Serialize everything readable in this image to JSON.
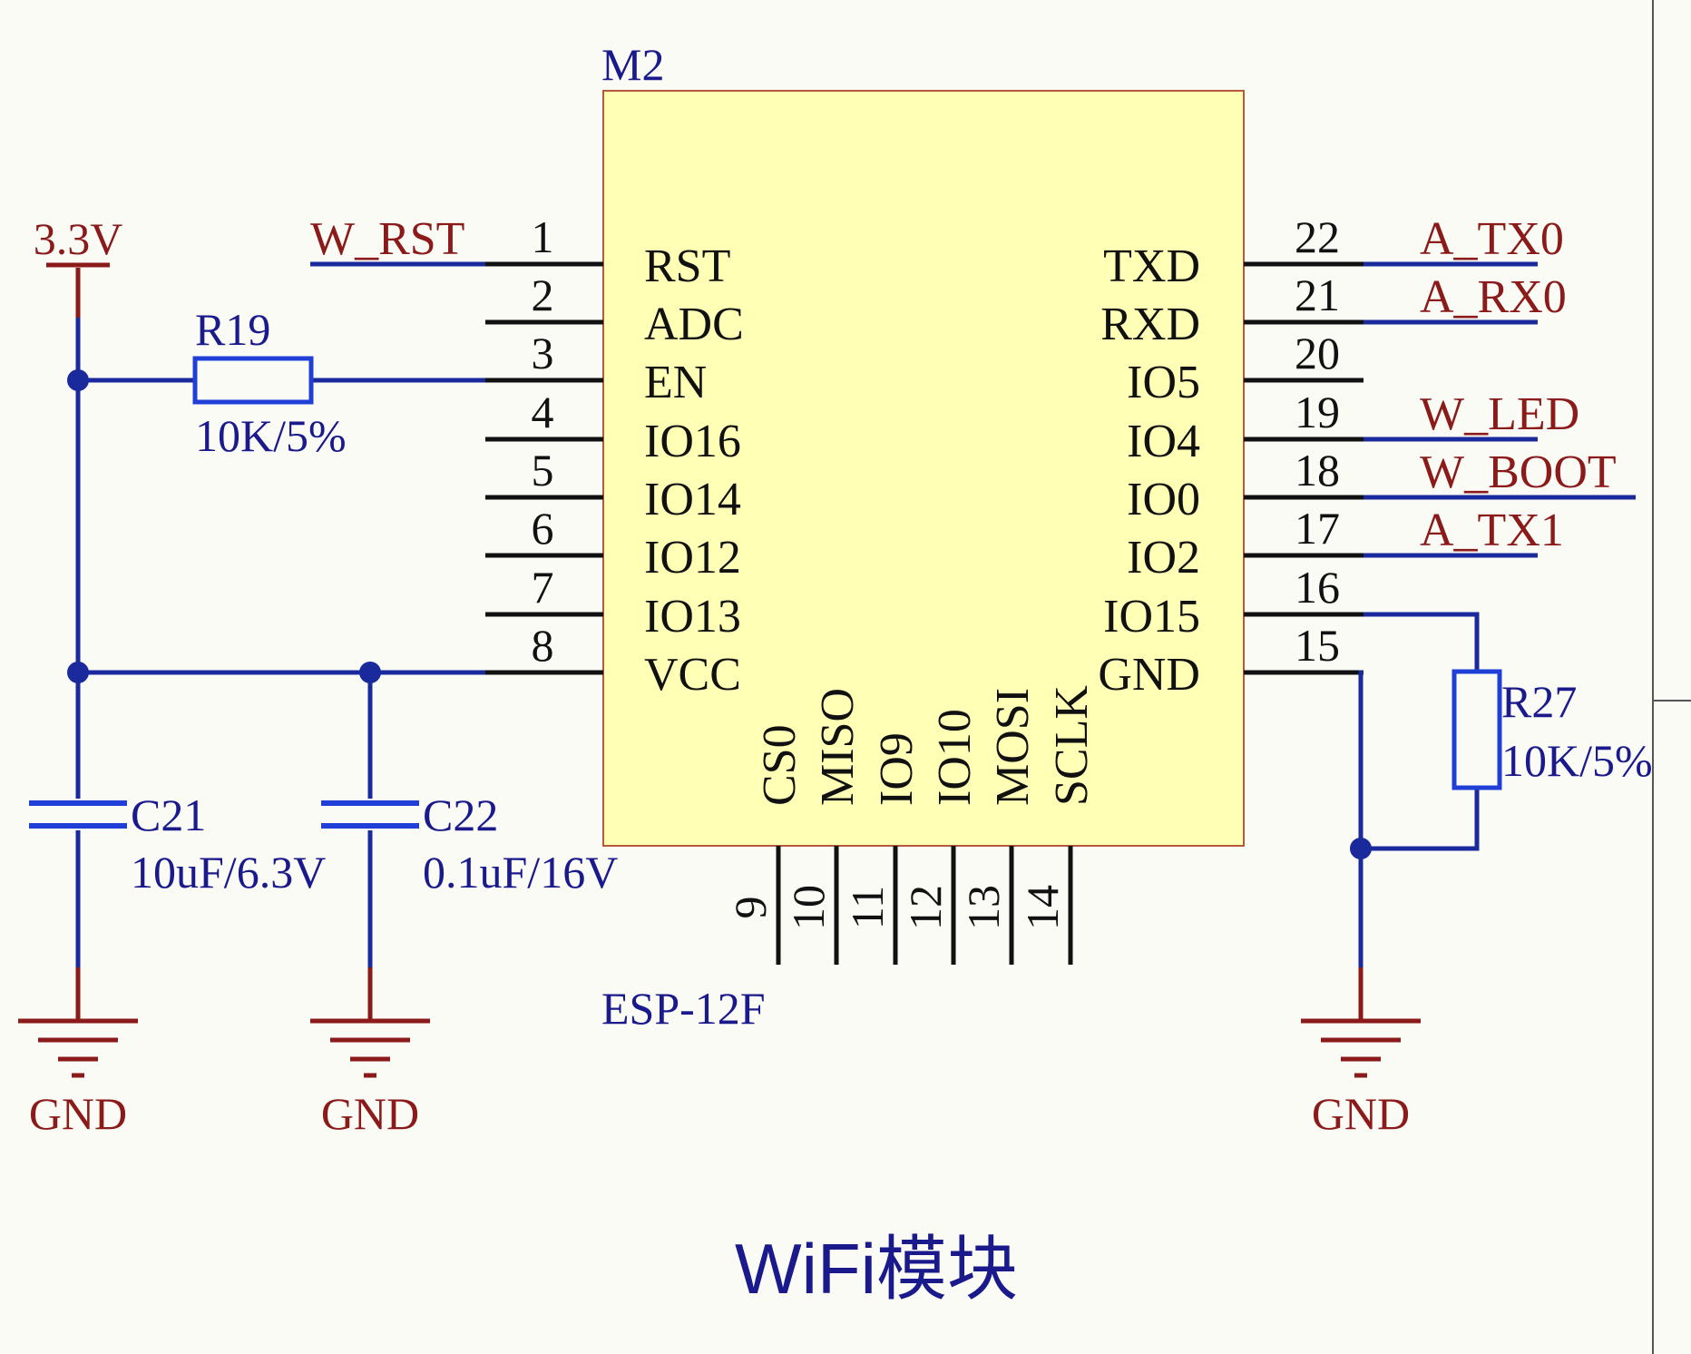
{
  "colors": {
    "background": "#fbfbf6",
    "wire": "#1a2a9c",
    "pin": "#111111",
    "power": "#8b1a1a",
    "component": "#1f3fd6",
    "body_fill": "#ffffb5",
    "body_stroke": "#b35a3a",
    "label_blue": "#1a1a8c",
    "text_black": "#111111"
  },
  "module": {
    "designator": "M2",
    "part": "ESP-12F",
    "left_pins": [
      {
        "num": "1",
        "name": "RST"
      },
      {
        "num": "2",
        "name": "ADC"
      },
      {
        "num": "3",
        "name": "EN"
      },
      {
        "num": "4",
        "name": "IO16"
      },
      {
        "num": "5",
        "name": "IO14"
      },
      {
        "num": "6",
        "name": "IO12"
      },
      {
        "num": "7",
        "name": "IO13"
      },
      {
        "num": "8",
        "name": "VCC"
      }
    ],
    "right_pins": [
      {
        "num": "22",
        "name": "TXD"
      },
      {
        "num": "21",
        "name": "RXD"
      },
      {
        "num": "20",
        "name": "IO5"
      },
      {
        "num": "19",
        "name": "IO4"
      },
      {
        "num": "18",
        "name": "IO0"
      },
      {
        "num": "17",
        "name": "IO2"
      },
      {
        "num": "16",
        "name": "IO15"
      },
      {
        "num": "15",
        "name": "GND"
      }
    ],
    "bottom_pins": [
      {
        "num": "9",
        "name": "CS0"
      },
      {
        "num": "10",
        "name": "MISO"
      },
      {
        "num": "11",
        "name": "IO9"
      },
      {
        "num": "12",
        "name": "IO10"
      },
      {
        "num": "13",
        "name": "MOSI"
      },
      {
        "num": "14",
        "name": "SCLK"
      }
    ]
  },
  "net_labels": {
    "left": [
      "W_RST"
    ],
    "right": [
      "A_TX0",
      "A_RX0",
      "W_LED",
      "W_BOOT",
      "A_TX1"
    ]
  },
  "power": {
    "supply": "3.3V",
    "ground": "GND"
  },
  "components": [
    {
      "ref": "R19",
      "value": "10K/5%"
    },
    {
      "ref": "R27",
      "value": "10K/5%"
    },
    {
      "ref": "C21",
      "value": "10uF/6.3V"
    },
    {
      "ref": "C22",
      "value": "0.1uF/16V"
    }
  ],
  "caption": "WiFi模块"
}
